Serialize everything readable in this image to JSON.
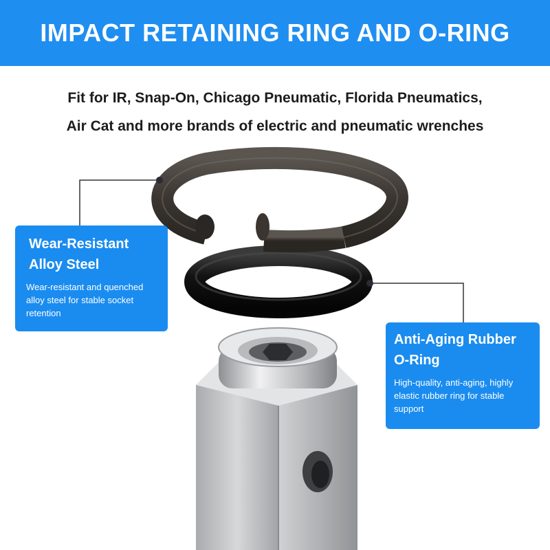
{
  "banner": {
    "title": "IMPACT RETAINING RING AND O-RING",
    "color": "#1f8ef1"
  },
  "subtitle": {
    "line1": "Fit for IR, Snap-On, Chicago Pneumatic, Florida Pneumatics,",
    "line2": "Air Cat and more brands of electric and pneumatic wrenches"
  },
  "callouts": [
    {
      "title_line1": "Wear-Resistant",
      "title_line2": "Alloy Steel",
      "description": "Wear-resistant and quenched alloy steel for stable socket retention"
    },
    {
      "title_line1": "Anti-Aging Rubber",
      "title_line2": "O-Ring",
      "description": "High-quality, anti-aging, highly elastic rubber ring for stable support"
    }
  ],
  "colors": {
    "accent": "#1a8cf0",
    "steel_ring": "#4a4440",
    "rubber_ring": "#151515",
    "anvil": "#c9cbcd"
  }
}
